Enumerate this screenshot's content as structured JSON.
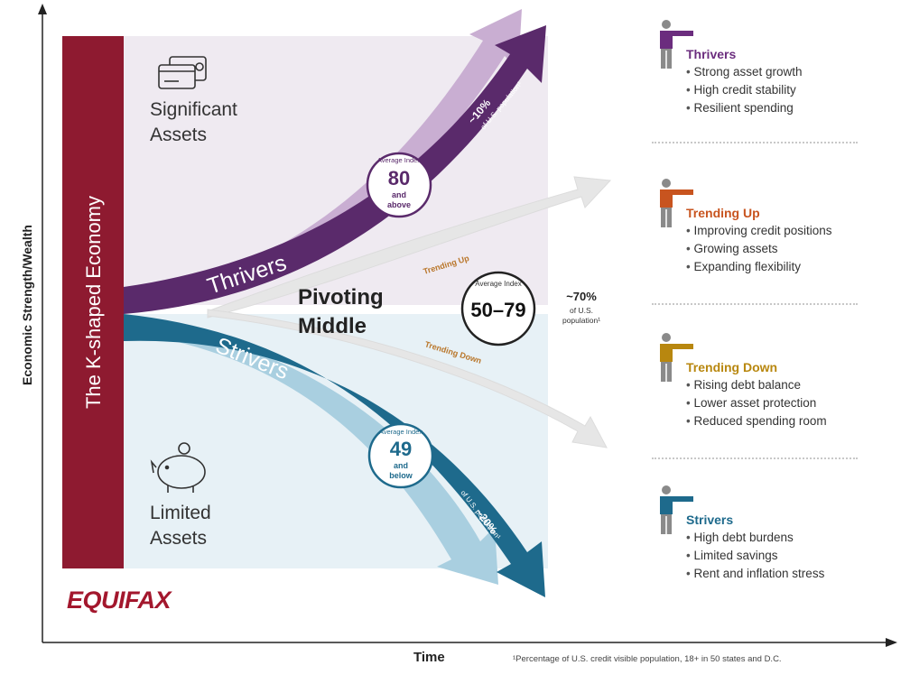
{
  "axes": {
    "y_label": "Economic Strength/Wealth",
    "x_label": "Time"
  },
  "banner": "The K-shaped Economy",
  "zones": {
    "top": "Significant\nAssets",
    "top_icon": "credit-cards-icon",
    "bottom": "Limited\nAssets",
    "bottom_icon": "piggy-bank-icon"
  },
  "arrows": {
    "thrivers": {
      "label": "Thrivers",
      "share": "~10%",
      "share_sub": "of U.S. population¹",
      "index_caption": "Average Index",
      "index_value": "80",
      "index_sub": "and\nabove",
      "color": "#5a2a6b",
      "light_color": "#c9aed2"
    },
    "strivers": {
      "label": "Strivers",
      "share": "~20%",
      "share_sub": "of U.S. population¹",
      "index_caption": "Average Index",
      "index_value": "49",
      "index_sub": "and\nbelow",
      "color": "#1e6a8c",
      "light_color": "#a9cfe0"
    },
    "middle": {
      "label_line1": "Pivoting",
      "label_line2": "Middle",
      "trending_up": "Trending Up",
      "trending_down": "Trending Down",
      "index_caption": "Average Index",
      "index_value": "50–79",
      "share": "~70%",
      "share_sub": "of U.S.\npopulation¹",
      "color": "#e6e6e6"
    }
  },
  "legend": [
    {
      "title": "Thrivers",
      "color": "#6b2d7e",
      "icon": "pointing-person-icon",
      "items": [
        "Strong asset growth",
        "High credit stability",
        "Resilient spending"
      ]
    },
    {
      "title": "Trending Up",
      "color": "#c8541f",
      "icon": "pointing-person-icon",
      "items": [
        "Improving credit positions",
        "Growing assets",
        "Expanding flexibility"
      ]
    },
    {
      "title": "Trending Down",
      "color": "#b8870f",
      "icon": "pointing-person-icon",
      "items": [
        "Rising debt balance",
        "Lower asset protection",
        "Reduced spending room"
      ]
    },
    {
      "title": "Strivers",
      "color": "#1e6a8c",
      "icon": "pointing-person-icon",
      "items": [
        "High debt burdens",
        "Limited savings",
        "Rent and inflation stress"
      ]
    }
  ],
  "brand": "EQUIFAX",
  "brand_color": "#a3172d",
  "footnote": "¹Percentage of U.S. credit visible population, 18+ in 50 states and D.C."
}
